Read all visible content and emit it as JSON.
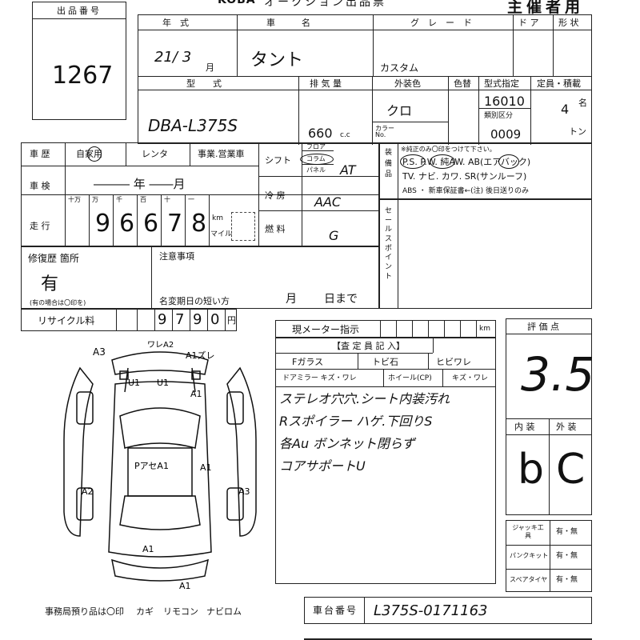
{
  "header": {
    "brand": "KOBA",
    "title": "オークション出品票",
    "organizer_label": "主催者用"
  },
  "lot": {
    "label": "出品番号",
    "value": "1267"
  },
  "vehicle": {
    "year_label": "年　式",
    "year_value": "21/ 3",
    "month_unit": "月",
    "name_label": "車　　　名",
    "name_value": "タント",
    "grade_label": "グ　レ　ー　ド",
    "grade_value": "カスタム",
    "door_label": "ド ア",
    "shape_label": "形 状",
    "model_label": "型　　式",
    "model_value": "DBA-L375S",
    "displacement_label": "排 気 量",
    "displacement_value": "660",
    "displacement_unit": "c.c",
    "exterior_color_label": "外装色",
    "exterior_color_value": "クロ",
    "color_change_label": "色替",
    "color_no_label": "カラー No.",
    "type_designation_label": "型式指定",
    "type_designation_value": "16010",
    "category_label": "類別区分",
    "category_value": "0009",
    "capacity_label": "定員・積載",
    "capacity_value": "4",
    "capacity_unit": "名",
    "load_unit": "トン"
  },
  "history": {
    "label": "車 歴",
    "options": [
      "自家用",
      "レンタ",
      "事業.営業車"
    ],
    "inspection_label": "車 検",
    "inspection_value": "――― 年 ――月",
    "mileage_label": "走 行",
    "mileage_units": [
      "十万",
      "万",
      "千",
      "百",
      "十",
      "一"
    ],
    "mileage_digits": [
      "",
      "9",
      "6",
      "6",
      "7",
      "8"
    ],
    "km_label": "km",
    "mile_label": "マイル"
  },
  "specs": {
    "shift_label": "シフト",
    "shift_options": [
      "フロア",
      "コラム",
      "パネル"
    ],
    "shift_value": "AT",
    "ac_label": "冷 房",
    "ac_value": "AAC",
    "fuel_label": "燃 料",
    "fuel_value": "G"
  },
  "equipment": {
    "label": "装備品",
    "note": "※純正のみ〇印をつけて下さい。",
    "line1": "P.S.  P.W.  純AW.  AB(エアバック)",
    "line2": "TV. ナビ. カワ. SR(サンルーフ)",
    "line3": "ABS ・ 新車保証書←(注) 後日送りのみ"
  },
  "sales_point": {
    "label": "セールスポイント"
  },
  "repair": {
    "label": "修復歴 箇所",
    "value": "有",
    "hint": "(有の場合は〇印を)",
    "notes_label": "注意事項",
    "renewal_label": "名変期日の短い方",
    "month_label": "月",
    "day_label": "日まで"
  },
  "recycle": {
    "label": "リサイクル料",
    "digits": [
      "",
      "",
      "9",
      "7",
      "9",
      "0"
    ],
    "unit": "円"
  },
  "meter": {
    "label": "現メーター指示",
    "unit": "km"
  },
  "inspector": {
    "title": "【査 定 員 記 入】",
    "glass_label": "Fガラス",
    "chip_label": "トビ石",
    "crack_label": "ヒビワレ",
    "mirror_label": "ドアミラー キズ・ワレ",
    "wheel_label": "ホイール(CP)",
    "wheel_damage_label": "キズ・ワレ",
    "notes": [
      "ステレオ穴穴.シート内装汚れ",
      "Rスポイラー ハゲ.下回りS",
      "各Au ボンネット閉らず",
      "コアサポートU"
    ]
  },
  "evaluation": {
    "score_label": "評 価 点",
    "score": "3.5",
    "interior_label": "内 装",
    "exterior_label": "外 装",
    "interior_grade": "b",
    "exterior_grade": "C"
  },
  "tools": {
    "rows": [
      {
        "label": "ジャッキ工具",
        "value": "有・無"
      },
      {
        "label": "パンクキット",
        "value": "有・無"
      },
      {
        "label": "スペアタイヤ",
        "value": "有・無"
      }
    ]
  },
  "diagram": {
    "marks": [
      "A3",
      "ワレA2",
      "A1ズレ",
      "U1",
      "U1",
      "A1",
      "PアセA1",
      "A1",
      "A2",
      "A3",
      "A1",
      "A1"
    ]
  },
  "office": {
    "text": "事務局預り品は〇印",
    "items": [
      "カギ",
      "リモコン",
      "ナビロム"
    ]
  },
  "chassis": {
    "label": "車台番号",
    "value": "L375S-0171163"
  }
}
